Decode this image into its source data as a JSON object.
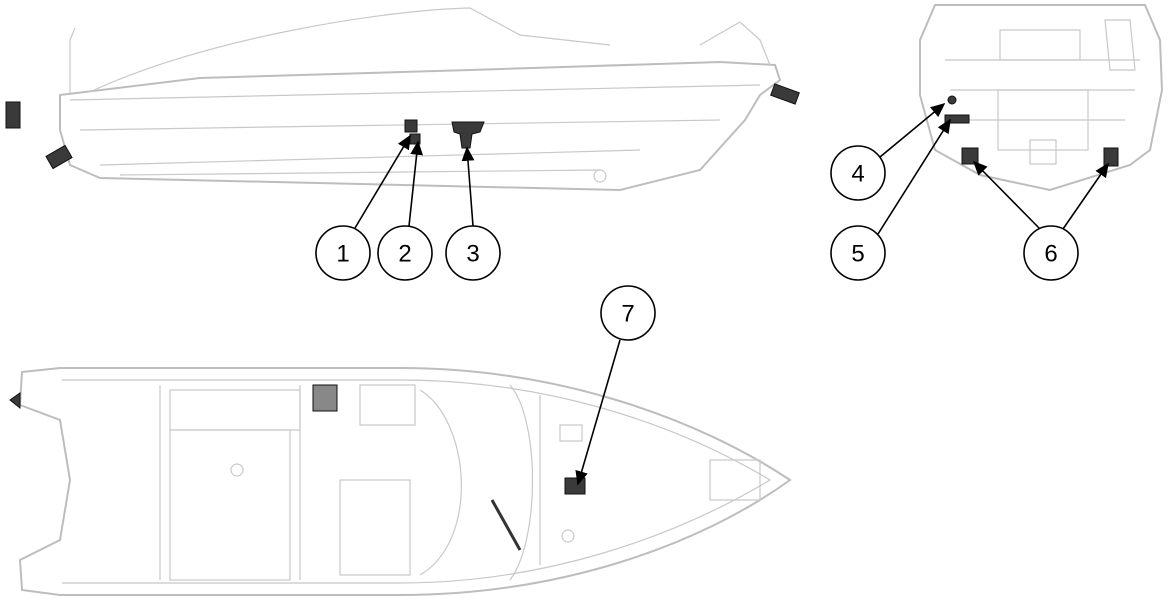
{
  "diagram": {
    "views": [
      "side-view",
      "rear-view",
      "top-view"
    ],
    "callouts": [
      {
        "label": "1"
      },
      {
        "label": "2"
      },
      {
        "label": "3"
      },
      {
        "label": "4"
      },
      {
        "label": "5"
      },
      {
        "label": "6"
      },
      {
        "label": "7"
      }
    ]
  }
}
